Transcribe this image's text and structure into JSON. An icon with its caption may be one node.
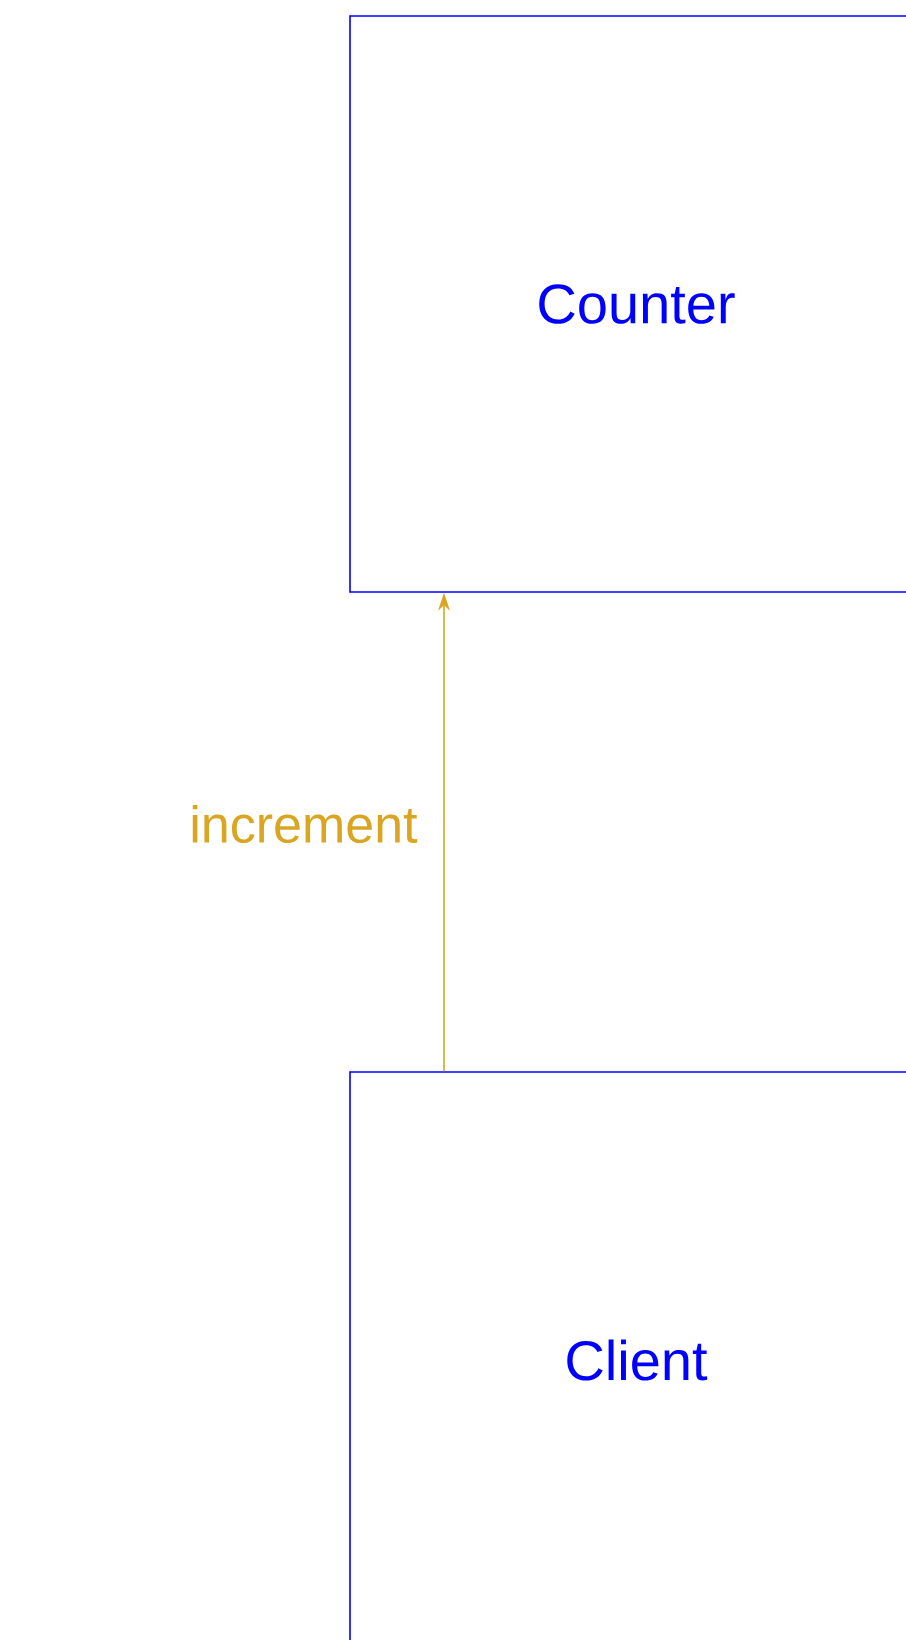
{
  "diagram": {
    "nodes": [
      {
        "text": [
          "Counter"
        ]
      },
      {
        "text": [
          "Client"
        ]
      }
    ],
    "edges": [
      {
        "from": 1,
        "to": 0,
        "arrow": "to",
        "label": "increment",
        "color": "#daa520"
      }
    ]
  }
}
